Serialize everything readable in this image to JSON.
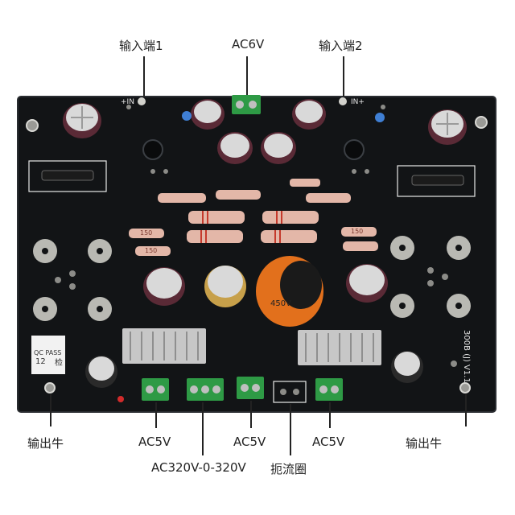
{
  "callouts": {
    "input1": "输入端1",
    "ac6v": "AC6V",
    "input2": "输入端2",
    "out_left": "输出牛",
    "ac5v_left": "AC5V",
    "ac320": "AC320V-0-320V",
    "ac5v_mid": "AC5V",
    "choke": "扼流圈",
    "ac5v_right": "AC5V",
    "out_right": "输出牛"
  },
  "board_silk": {
    "model": "300B (J)  V1.1",
    "in_left": "+IN",
    "in_right": "IN+",
    "qc": "QC PASS",
    "qc_mark": "检",
    "qc_num": "12",
    "cap_voltage": "450V",
    "r_150_a": "150",
    "r_150_b": "150",
    "r_150_c": "150"
  },
  "colors": {
    "board": "#121416",
    "pad": "#b9b9b3",
    "cap_dark": "#5a2a36",
    "cap_gold": "#c7a04a",
    "cap_orange": "#e2701c",
    "terminal": "#2e9a45",
    "resistor": "#e3b7a8"
  }
}
